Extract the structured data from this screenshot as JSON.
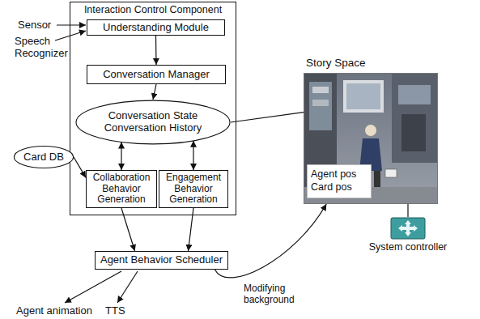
{
  "diagram": {
    "nodes": [
      {
        "text": [
          "Interaction Control Component"
        ]
      },
      {
        "text": [
          "Understanding Module"
        ],
        "in": 0
      },
      {
        "text": [
          "Conversation Manager"
        ],
        "in": 0
      },
      {
        "text": [
          "Conversation State",
          "Conversation History"
        ],
        "in": 0
      },
      {
        "text": [
          "Collaboration Behavior Generation"
        ],
        "in": 0
      },
      {
        "text": [
          "Engagement Behavior Generation"
        ],
        "in": 0
      },
      {
        "text": [
          "Card DB"
        ]
      },
      {
        "text": [
          "Agent Behavior Scheduler"
        ]
      },
      {
        "text": [
          "Story Space"
        ]
      },
      {
        "text": [
          "Agent pos Card pos"
        ],
        "in": 8
      },
      {
        "text": [
          "System controller"
        ]
      }
    ],
    "edges": [
      {
        "from": 1,
        "to": 2,
        "arrow": "to"
      },
      {
        "from": 2,
        "to": 3,
        "arrow": "to"
      },
      {
        "from": 3,
        "to": 8,
        "arrow": "none"
      },
      {
        "from": 3,
        "to": 4,
        "arrow": "both"
      },
      {
        "from": 3,
        "to": 5,
        "arrow": "both"
      },
      {
        "from": 6,
        "to": 4,
        "arrow": "to"
      },
      {
        "from": 4,
        "to": 7,
        "arrow": "to"
      },
      {
        "from": 5,
        "to": 7,
        "arrow": "to"
      },
      {
        "from": 7,
        "to": 8,
        "label": "Modifying background",
        "arrow": "to"
      },
      {
        "from": 10,
        "to": 8,
        "arrow": "none"
      }
    ],
    "labels": [
      "Sensor",
      "Speech Recognizer",
      "Agent animation",
      "TTS"
    ]
  }
}
